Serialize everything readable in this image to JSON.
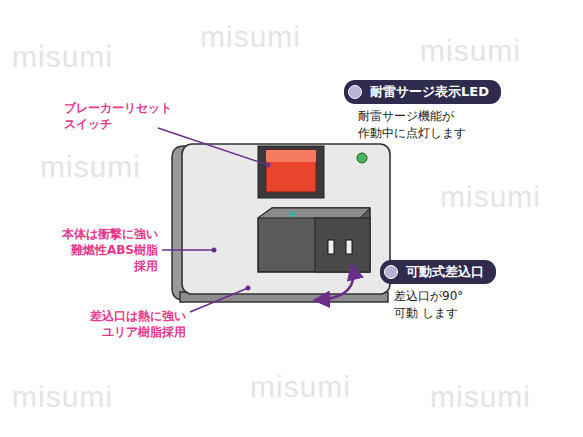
{
  "diagram": {
    "nodes": [
      {
        "text": [
          "耐雷サージ表示LED",
          "耐雷サージ機能が 作動中に点灯します"
        ]
      },
      {
        "text": [
          "可動式差込口",
          "差込口が90°可動 します"
        ]
      }
    ],
    "labels": [
      "ブレーカーリセット スイッチ",
      "本体は衝撃に強い 難燃性ABS樹脂 採用",
      "差込口は熱に強い ユリア樹脂採用",
      "misumi",
      "misumi",
      "misumi",
      "misumi",
      "misumi",
      "misumi",
      "misumi",
      "misumi"
    ]
  }
}
